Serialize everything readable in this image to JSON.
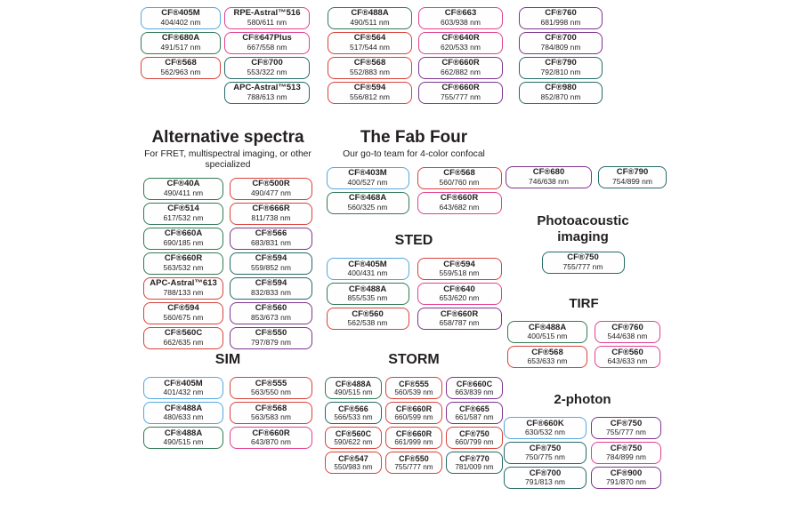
{
  "palette": {
    "blue": "#54a8dd",
    "green": "#337a56",
    "red": "#d9423b",
    "pink": "#e2408e",
    "teal": "#266b68",
    "purple": "#7e3590"
  },
  "sections": [
    {
      "id": "top-group-1",
      "columns": [
        [
          {
            "name": "CF®405M",
            "value": "404/402 nm",
            "color": "blue"
          },
          {
            "name": "CF®680A",
            "value": "491/517 nm",
            "color": "green"
          },
          {
            "name": "CF®568",
            "value": "562/963 nm",
            "color": "red"
          }
        ]
      ]
    },
    {
      "id": "top-group-2",
      "columns": [
        [
          {
            "name": "RPE-Astral™516",
            "value": "580/611 nm",
            "color": "pink"
          },
          {
            "name": "CF®647Plus",
            "value": "667/558 nm",
            "color": "pink"
          },
          {
            "name": "CF®700",
            "value": "553/322 nm",
            "color": "teal"
          },
          {
            "name": "APC-Astral™513",
            "value": "788/613 nm",
            "color": "teal"
          }
        ]
      ]
    },
    {
      "id": "top-group-3",
      "columns": [
        [
          {
            "name": "CF®488A",
            "value": "490/511 nm",
            "color": "green"
          },
          {
            "name": "CF®564",
            "value": "517/544 nm",
            "color": "red"
          },
          {
            "name": "CF®568",
            "value": "552/883 nm",
            "color": "red"
          },
          {
            "name": "CF®594",
            "value": "556/812 nm",
            "color": "red"
          }
        ]
      ]
    },
    {
      "id": "top-group-4",
      "columns": [
        [
          {
            "name": "CF®663",
            "value": "603/938 nm",
            "color": "pink"
          },
          {
            "name": "CF®640R",
            "value": "620/533 nm",
            "color": "pink"
          },
          {
            "name": "CF®660R",
            "value": "662/882 nm",
            "color": "purple"
          },
          {
            "name": "CF®660R",
            "value": "755/777 nm",
            "color": "purple"
          }
        ]
      ]
    },
    {
      "id": "top-group-5",
      "columns": [
        [
          {
            "name": "CF®760",
            "value": "681/998 nm",
            "color": "purple"
          },
          {
            "name": "CF®700",
            "value": "784/809 nm",
            "color": "purple"
          },
          {
            "name": "CF®790",
            "value": "792/810 nm",
            "color": "teal"
          },
          {
            "name": "CF®980",
            "value": "852/870 nm",
            "color": "teal"
          }
        ]
      ]
    },
    {
      "id": "alternative-spectra",
      "title": "Alternative spectra",
      "subtitle": "For FRET, multispectral imaging, or other specialized",
      "columns": [
        [
          {
            "name": "CF®40A",
            "value": "490/411 nm",
            "color": "green"
          },
          {
            "name": "CF®514",
            "value": "617/532 nm",
            "color": "green"
          },
          {
            "name": "CF®660A",
            "value": "690/185 nm",
            "color": "green"
          },
          {
            "name": "CF®660R",
            "value": "563/532 nm",
            "color": "green"
          },
          {
            "name": "APC-Astral™613",
            "value": "788/133 nm",
            "color": "red"
          },
          {
            "name": "CF®594",
            "value": "560/675 nm",
            "color": "red"
          },
          {
            "name": "CF®560C",
            "value": "662/635 nm",
            "color": "red"
          }
        ],
        [
          {
            "name": "CF®500R",
            "value": "490/477 nm",
            "color": "red"
          },
          {
            "name": "CF®666R",
            "value": "811/738 nm",
            "color": "red"
          },
          {
            "name": "CF®566",
            "value": "683/831 nm",
            "color": "purple"
          },
          {
            "name": "CF®594",
            "value": "559/852 nm",
            "color": "teal"
          },
          {
            "name": "CF®594",
            "value": "832/833 nm",
            "color": "teal"
          },
          {
            "name": "CF®560",
            "value": "853/673 nm",
            "color": "purple"
          },
          {
            "name": "CF®550",
            "value": "797/879 nm",
            "color": "purple"
          }
        ]
      ]
    },
    {
      "id": "fab-four",
      "title": "The Fab Four",
      "subtitle": "Our go-to team for 4-color confocal",
      "columns": [
        [
          {
            "name": "CF®403M",
            "value": "400/527 nm",
            "color": "blue"
          },
          {
            "name": "CF®468A",
            "value": "560/325 nm",
            "color": "green"
          }
        ],
        [
          {
            "name": "CF®568",
            "value": "560/760 nm",
            "color": "red"
          },
          {
            "name": "CF®660R",
            "value": "643/682 nm",
            "color": "pink"
          }
        ]
      ]
    },
    {
      "id": "sted",
      "title": "STED",
      "columns": [
        [
          {
            "name": "CF®405M",
            "value": "400/431 nm",
            "color": "blue"
          },
          {
            "name": "CF®488A",
            "value": "855/535 nm",
            "color": "green"
          },
          {
            "name": "CF®560",
            "value": "562/538 nm",
            "color": "red"
          }
        ],
        [
          {
            "name": "CF®594",
            "value": "559/518 nm",
            "color": "red"
          },
          {
            "name": "CF®640",
            "value": "653/620 nm",
            "color": "pink"
          },
          {
            "name": "CF®660R",
            "value": "658/787 nm",
            "color": "purple"
          }
        ]
      ]
    },
    {
      "id": "sim",
      "title": "SIM",
      "columns": [
        [
          {
            "name": "CF®405M",
            "value": "401/432 nm",
            "color": "blue"
          },
          {
            "name": "CF®488A",
            "value": "480/633 nm",
            "color": "blue"
          },
          {
            "name": "CF®488A",
            "value": "490/515 nm",
            "color": "green"
          }
        ],
        [
          {
            "name": "CF®555",
            "value": "563/550 nm",
            "color": "red"
          },
          {
            "name": "CF®568",
            "value": "563/583 nm",
            "color": "red"
          },
          {
            "name": "CF®660R",
            "value": "643/870 nm",
            "color": "pink"
          }
        ]
      ]
    },
    {
      "id": "storm",
      "title": "STORM",
      "columns": [
        [
          {
            "name": "CF®488A",
            "value": "490/515 nm",
            "color": "green"
          },
          {
            "name": "CF®566",
            "value": "566/533 nm",
            "color": "teal"
          },
          {
            "name": "CF®560C",
            "value": "590/622 nm",
            "color": "red"
          },
          {
            "name": "CF®547",
            "value": "550/983 nm",
            "color": "red"
          }
        ],
        [
          {
            "name": "CF®555",
            "value": "560/539 nm",
            "color": "red"
          },
          {
            "name": "CF®660R",
            "value": "660/599 nm",
            "color": "red"
          },
          {
            "name": "CF®660R",
            "value": "661/999 nm",
            "color": "red"
          },
          {
            "name": "CF®550",
            "value": "755/777 nm",
            "color": "red"
          }
        ],
        [
          {
            "name": "CF®660C",
            "value": "663/839 nm",
            "color": "purple"
          },
          {
            "name": "CF®665",
            "value": "661/587 nm",
            "color": "purple"
          },
          {
            "name": "CF®750",
            "value": "660/799 nm",
            "color": "red"
          },
          {
            "name": "CF®770",
            "value": "781/009 nm",
            "color": "teal"
          }
        ]
      ]
    },
    {
      "id": "highlight-pair",
      "columns": [
        [
          {
            "name": "CF®680",
            "value": "746/638 nm",
            "color": "purple"
          }
        ],
        [
          {
            "name": "CF®790",
            "value": "754/899 nm",
            "color": "teal"
          }
        ]
      ]
    },
    {
      "id": "photoacoustic",
      "title": "Photoacoustic imaging",
      "columns": [
        [
          {
            "name": "CF®750",
            "value": "755/777 nm",
            "color": "teal"
          }
        ]
      ]
    },
    {
      "id": "tirf",
      "title": "TIRF",
      "columns": [
        [
          {
            "name": "CF®488A",
            "value": "400/515 nm",
            "color": "green"
          },
          {
            "name": "CF®568",
            "value": "653/633 nm",
            "color": "red"
          }
        ],
        [
          {
            "name": "CF®760",
            "value": "544/638 nm",
            "color": "pink"
          },
          {
            "name": "CF®560",
            "value": "643/633 nm",
            "color": "pink"
          }
        ]
      ]
    },
    {
      "id": "two-photon",
      "title": "2-photon",
      "columns": [
        [
          {
            "name": "CF®660K",
            "value": "630/532 nm",
            "color": "blue"
          },
          {
            "name": "CF®750",
            "value": "750/775 nm",
            "color": "teal"
          },
          {
            "name": "CF®700",
            "value": "791/813 nm",
            "color": "teal"
          }
        ],
        [
          {
            "name": "CF®750",
            "value": "755/777 nm",
            "color": "purple"
          },
          {
            "name": "CF®750",
            "value": "784/899 nm",
            "color": "pink"
          },
          {
            "name": "CF®900",
            "value": "791/870 nm",
            "color": "purple"
          }
        ]
      ]
    }
  ]
}
